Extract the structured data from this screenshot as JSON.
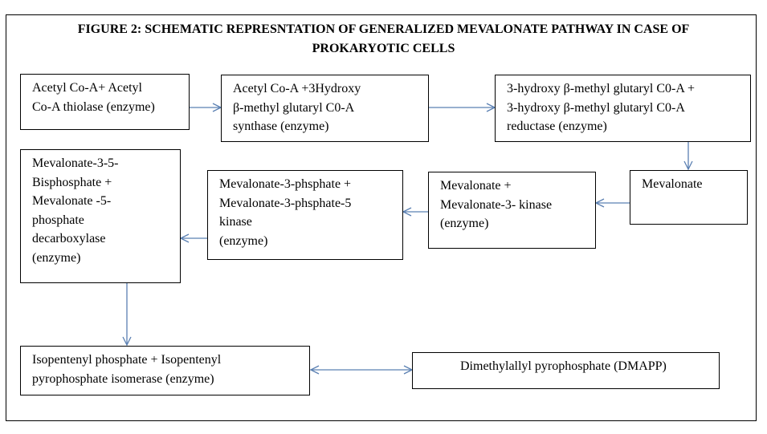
{
  "title": {
    "line1": "FIGURE 2: SCHEMATIC REPRESNTATION OF GENERALIZED MEVALONATE PATHWAY IN CASE OF",
    "line2": "PROKARYOTIC CELLS"
  },
  "boxes": {
    "acetyl_thiolase": "Acetyl Co-A+ Acetyl\nCo-A thiolase (enzyme)",
    "hmg_synthase": "Acetyl Co-A +3Hydroxy\nβ-methyl glutaryl C0-A\nsynthase (enzyme)",
    "hmg_reductase": "3-hydroxy β-methyl glutaryl C0-A +\n3-hydroxy β-methyl glutaryl C0-A\nreductase (enzyme)",
    "mevalonate": "Mevalonate",
    "mevalonate_kinase": "Mevalonate +\nMevalonate-3- kinase\n(enzyme)",
    "phosphate_kinase": "Mevalonate-3-phsphate +\nMevalonate-3-phsphate-5\nkinase\n(enzyme)",
    "decarboxylase": "Mevalonate-3-5-\nBisphosphate +\nMevalonate -5-\nphosphate\ndecarboxylase\n(enzyme)",
    "isomerase": "Isopentenyl phosphate + Isopentenyl\npyrophosphate isomerase (enzyme)",
    "dmapp": "Dimethylallyl pyrophosphate (DMAPP)"
  },
  "colors": {
    "arrow": "#5b80b2",
    "border": "#000000"
  }
}
